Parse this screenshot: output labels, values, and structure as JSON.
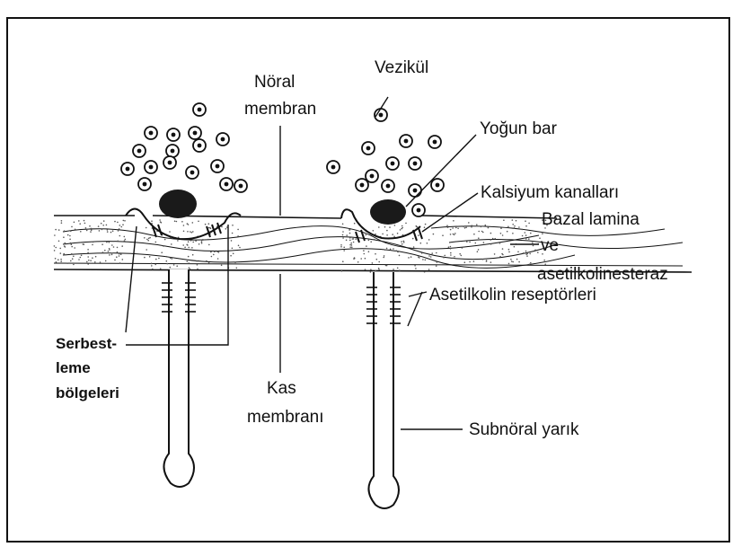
{
  "labels": {
    "noral": "Nöral",
    "membran": "membran",
    "vezikul": "Vezikül",
    "yogun_bar": "Yoğun bar",
    "kalsiyum": "Kalsiyum kanalları",
    "bazal": "Bazal lamina",
    "ve": "ve",
    "asetilkolinesteraz": "asetilkolinesteraz",
    "reseptor": "Asetilkolin reseptörleri",
    "serbest1": "Serbest-",
    "serbest2": "leme",
    "serbest3": "bölgeleri",
    "kas": "Kas",
    "kas_membrani": "membranı",
    "subnoral": "Subnöral yarık"
  },
  "colors": {
    "ink": "#111111",
    "paper": "#ffffff",
    "stipple": "#555555"
  }
}
